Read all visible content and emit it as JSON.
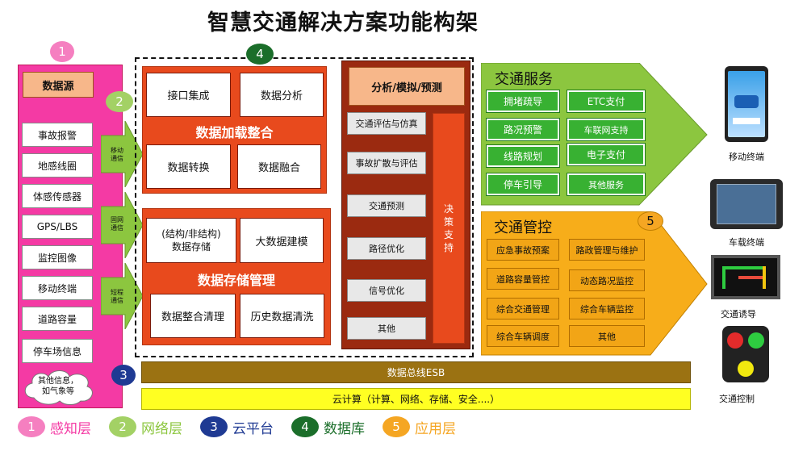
{
  "title": "智慧交通解决方案功能构架",
  "badges": {
    "b1": "1",
    "b2": "2",
    "b3": "3",
    "b4": "4",
    "b5": "5"
  },
  "perception": {
    "header": "数据源",
    "items": [
      "事故报警",
      "地感线圈",
      "体感传感器",
      "GPS/LBS",
      "监控图像",
      "移动终端",
      "道路容量",
      "停车场信息"
    ],
    "other": "其他信息，\n如气象等"
  },
  "network": {
    "n1": "移动\n通信",
    "n2": "固网\n通信",
    "n3": "短程\n通信"
  },
  "data_loading": {
    "title": "数据加载整合",
    "items": [
      "接口集成",
      "数据分析",
      "数据转换",
      "数据融合"
    ]
  },
  "data_storage": {
    "title": "数据存储管理",
    "items": [
      "(结构/非结构)\n数据存储",
      "大数据建模",
      "数据整合清理",
      "历史数据清洗"
    ]
  },
  "analysis": {
    "header": "分析/模拟/预测",
    "items": [
      "交通评估与仿真",
      "事故扩散与评估",
      "交通预测",
      "路径优化",
      "信号优化",
      "其他"
    ],
    "decision": "决\n策\n支\n持"
  },
  "traffic_service": {
    "title": "交通服务",
    "items": [
      "拥堵疏导",
      "ETC支付",
      "路况预警",
      "车联网支持",
      "线路规划",
      "电子支付",
      "停车引导",
      "其他服务"
    ]
  },
  "traffic_control": {
    "title": "交通管控",
    "items": [
      "应急事故预案",
      "路政管理与维护",
      "道路容量管控",
      "动态路况监控",
      "综合交通管理",
      "综合车辆监控",
      "综合车辆调度",
      "其他"
    ]
  },
  "bus": "数据总线ESB",
  "cloud": "云计算（计算、网络、存储、安全....）",
  "legend": [
    {
      "num": "1",
      "label": "感知层",
      "color": "#f43aa4"
    },
    {
      "num": "2",
      "label": "网络层",
      "color": "#8cc63f"
    },
    {
      "num": "3",
      "label": "云平台",
      "color": "#1f3a93"
    },
    {
      "num": "4",
      "label": "数据库",
      "color": "#1b6e2a"
    },
    {
      "num": "5",
      "label": "应用层",
      "color": "#f5a623"
    }
  ],
  "devices": [
    "移动终端",
    "车载终端",
    "交通诱导",
    "交通控制"
  ]
}
